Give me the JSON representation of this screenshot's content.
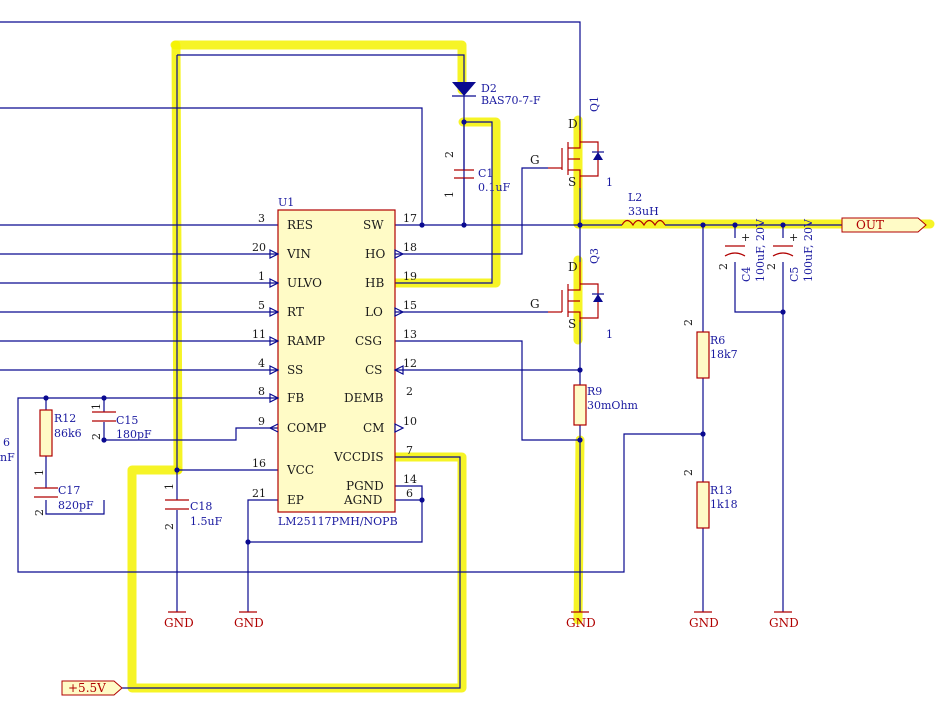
{
  "u1": {
    "designator": "U1",
    "part_number": "LM25117PMH/NOPB",
    "left_pins": [
      {
        "num": "3",
        "name": "RES"
      },
      {
        "num": "20",
        "name": "VIN"
      },
      {
        "num": "1",
        "name": "ULVO"
      },
      {
        "num": "5",
        "name": "RT"
      },
      {
        "num": "11",
        "name": "RAMP"
      },
      {
        "num": "4",
        "name": "SS"
      },
      {
        "num": "8",
        "name": "FB"
      },
      {
        "num": "9",
        "name": "COMP"
      },
      {
        "num": "16",
        "name": "VCC"
      },
      {
        "num": "21",
        "name": "EP"
      }
    ],
    "right_pins": [
      {
        "num": "17",
        "name": "SW"
      },
      {
        "num": "18",
        "name": "HO"
      },
      {
        "num": "19",
        "name": "HB"
      },
      {
        "num": "15",
        "name": "LO"
      },
      {
        "num": "13",
        "name": "CSG"
      },
      {
        "num": "12",
        "name": "CS"
      },
      {
        "num": "2",
        "name": "DEMB"
      },
      {
        "num": "10",
        "name": "CM"
      },
      {
        "num": "7",
        "name": "VCCDIS"
      },
      {
        "num": "14",
        "name": "PGND"
      },
      {
        "num": "6",
        "name": "AGND"
      }
    ]
  },
  "components": {
    "d2": {
      "ref": "D2",
      "value": "BAS70-7-F"
    },
    "c1": {
      "ref": "C1",
      "value": "0.1uF",
      "pin_top": "2",
      "pin_bot": "1"
    },
    "q1": {
      "ref": "Q1",
      "d": "D",
      "g": "G",
      "s": "S",
      "pin": "1"
    },
    "q3": {
      "ref": "Q3",
      "d": "D",
      "g": "G",
      "s": "S",
      "pin": "1"
    },
    "l2": {
      "ref": "L2",
      "value": "33uH"
    },
    "c4": {
      "ref": "C4",
      "value": "100uF, 20V",
      "pin": "2",
      "plus": "+"
    },
    "c5": {
      "ref": "C5",
      "value": "100uF, 20V",
      "pin": "2",
      "plus": "+"
    },
    "r6": {
      "ref": "R6",
      "value": "18k7",
      "pin": "2"
    },
    "r13": {
      "ref": "R13",
      "value": "1k18",
      "pin": "2"
    },
    "r9": {
      "ref": "R9",
      "value": "30mOhm"
    },
    "r12": {
      "ref": "R12",
      "value": "86k6",
      "pin": "1"
    },
    "c15": {
      "ref": "C15",
      "value": "180pF",
      "pin_top": "1",
      "pin_bot": "2"
    },
    "c17": {
      "ref": "C17",
      "value": "820pF",
      "pin_top": "1",
      "pin_bot": "2"
    },
    "c18": {
      "ref": "C18",
      "value": "1.5uF",
      "pin_top": "1",
      "pin_bot": "2"
    },
    "cut_label_1": "6",
    "cut_label_2": "nF"
  },
  "nets": {
    "out": "OUT",
    "vin": "+5.5V",
    "gnd": "GND"
  },
  "colors": {
    "wire": "#0a0a90",
    "highlight": "#f5f200",
    "part": "#b00000",
    "body_fill": "#fffbc6"
  }
}
